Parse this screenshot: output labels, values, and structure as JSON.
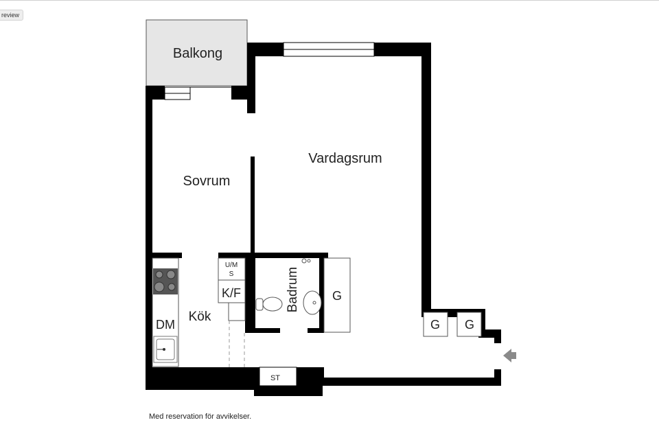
{
  "toolbar": {
    "preview_label": "review"
  },
  "floorplan": {
    "rooms": {
      "balcony": "Balkong",
      "living_room": "Vardagsrum",
      "bedroom": "Sovrum",
      "kitchen": "Kök",
      "bathroom": "Badrum"
    },
    "fixtures": {
      "washer_dryer_top": "U/M",
      "washer_dryer_bottom": "S",
      "fridge_freezer": "K/F",
      "dishwasher": "DM",
      "closet": "G",
      "closet_2": "G",
      "closet_3": "G",
      "storage": "ST"
    },
    "entrance": "entrance-arrow-icon",
    "colors": {
      "wall": "#000000",
      "balcony": "#e6e6e6",
      "arrow": "#8a8a8a"
    }
  },
  "footer": {
    "disclaimer": "Med reservation för avvikelser."
  }
}
